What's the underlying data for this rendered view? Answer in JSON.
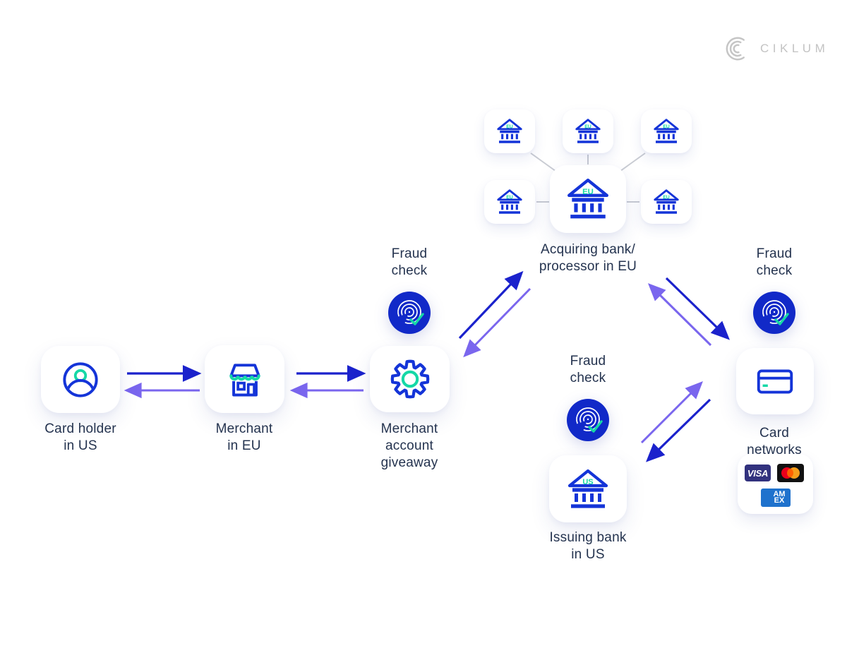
{
  "brand": {
    "logo_text": "CIKLUM"
  },
  "labels": {
    "fraud_check": "Fraud\ncheck",
    "acquiring_bank": "Acquiring bank/\nprocessor in EU",
    "card_holder": "Card holder\nin US",
    "merchant": "Merchant\nin EU",
    "merchant_account": "Merchant\naccount\ngiveaway",
    "issuing_bank": "Issuing bank\nin US",
    "card_networks": "Card networks"
  },
  "badges": {
    "eu": "EU",
    "us": "US"
  },
  "payment_logos": {
    "visa": "VISA",
    "amex": "AM\nEX"
  },
  "colors": {
    "icon_blue": "#1434d8",
    "arrow_blue": "#1b22cc",
    "arrow_purple": "#7a66ee",
    "teal": "#15d8a6",
    "fingerprint_bg": "#1129c8",
    "text_navy": "#24334f",
    "connector_gray": "#c9ccd3",
    "logo_gray": "#c3c3c3",
    "visa_bg": "#32327e",
    "mastercard_bg": "#111111",
    "amex_bg": "#1f72cd"
  }
}
